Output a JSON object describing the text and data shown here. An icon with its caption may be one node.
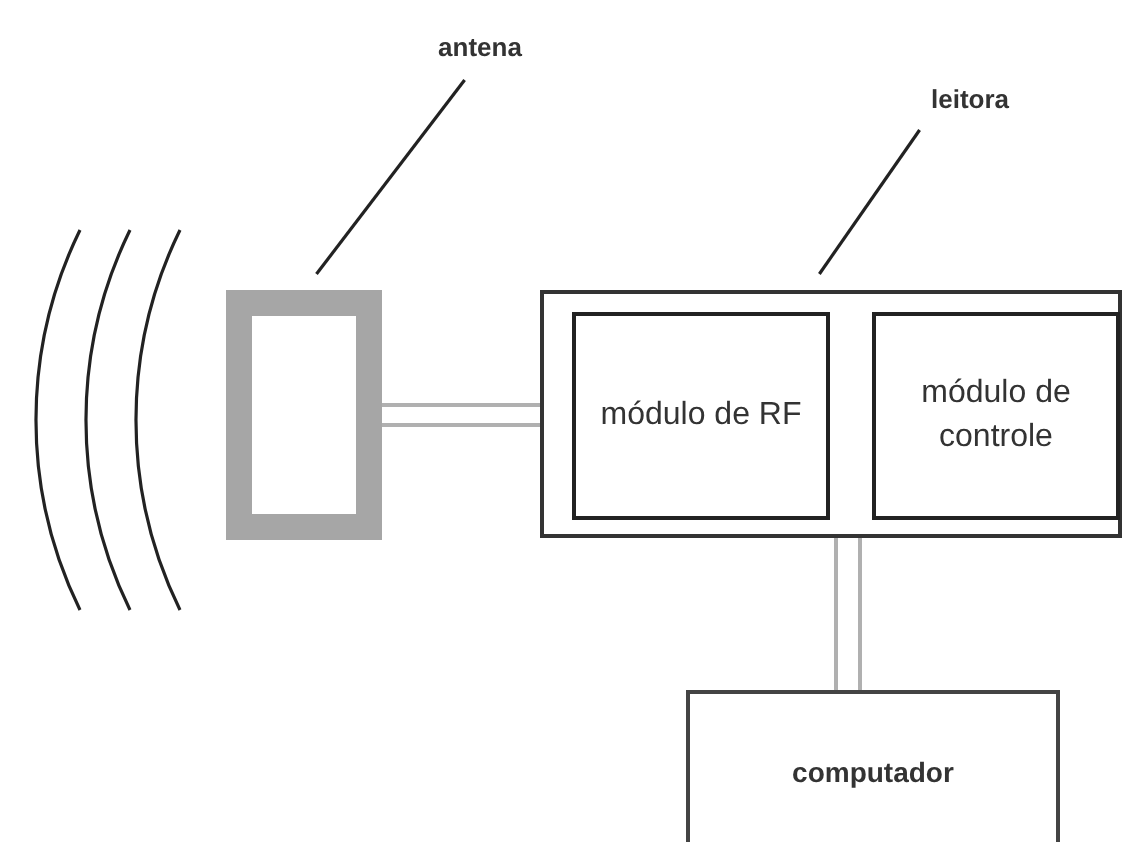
{
  "diagram": {
    "nodes": [
      {
        "text": [
          "antena"
        ]
      },
      {
        "text": [],
        "shape": "box"
      },
      {
        "text": [
          "leitora"
        ]
      },
      {
        "text": [],
        "shape": "box"
      },
      {
        "text": [
          "módulo de RF"
        ],
        "in": 3
      },
      {
        "text": [
          "módulo de controle"
        ],
        "in": 3
      },
      {
        "text": [
          "computador"
        ]
      }
    ],
    "edges": [
      {
        "from": 0,
        "to": 1,
        "arrow": "none"
      },
      {
        "from": 2,
        "to": 3,
        "arrow": "none"
      },
      {
        "from": 1,
        "to": 3,
        "arrow": "none",
        "color": "#b0b0b0"
      },
      {
        "from": 3,
        "to": 6,
        "arrow": "none",
        "color": "#b0b0b0"
      }
    ]
  }
}
